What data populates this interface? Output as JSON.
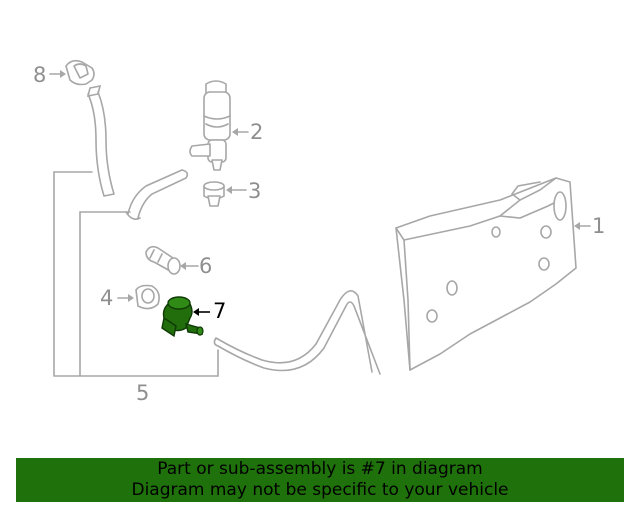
{
  "diagram": {
    "callouts": [
      {
        "id": "1",
        "label": "1"
      },
      {
        "id": "2",
        "label": "2"
      },
      {
        "id": "3",
        "label": "3"
      },
      {
        "id": "4",
        "label": "4"
      },
      {
        "id": "5",
        "label": "5"
      },
      {
        "id": "6",
        "label": "6"
      },
      {
        "id": "7",
        "label": "7",
        "highlighted": true
      },
      {
        "id": "8",
        "label": "8"
      }
    ],
    "highlight_color": "#226e0d",
    "line_color": "#a7a7a7"
  },
  "banner": {
    "line1": "Part or sub-assembly is #7 in diagram",
    "line2": "Diagram may not be specific to your vehicle",
    "background": "#1f720b"
  }
}
